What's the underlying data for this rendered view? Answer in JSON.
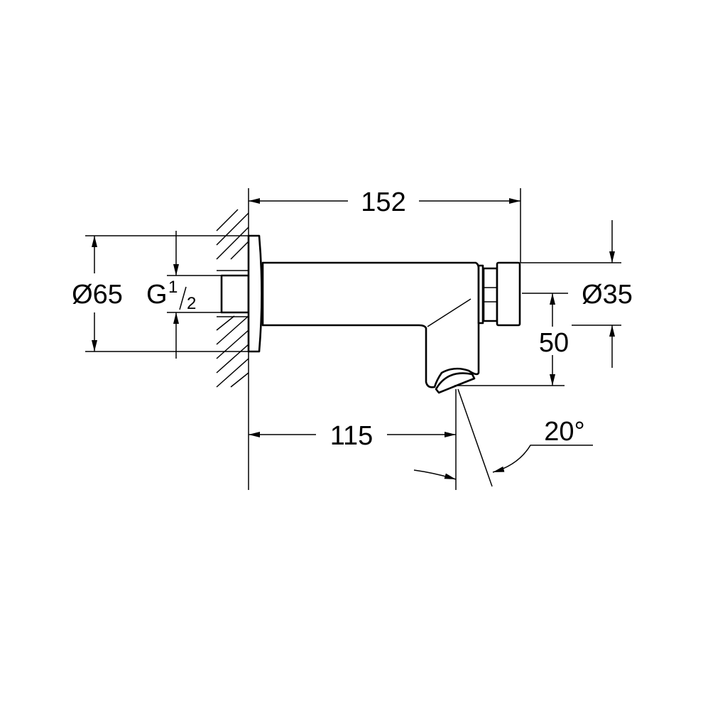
{
  "drawing": {
    "dimensions": {
      "overall_length": "152",
      "outlet_distance": "115",
      "flange_diameter": "Ø65",
      "connection_thread_main": "G",
      "connection_thread_num": "1",
      "connection_thread_den": "2",
      "cap_diameter": "Ø35",
      "outlet_height": "50",
      "spray_angle": "20°"
    },
    "line_color": "#000000",
    "background_color": "#ffffff"
  }
}
